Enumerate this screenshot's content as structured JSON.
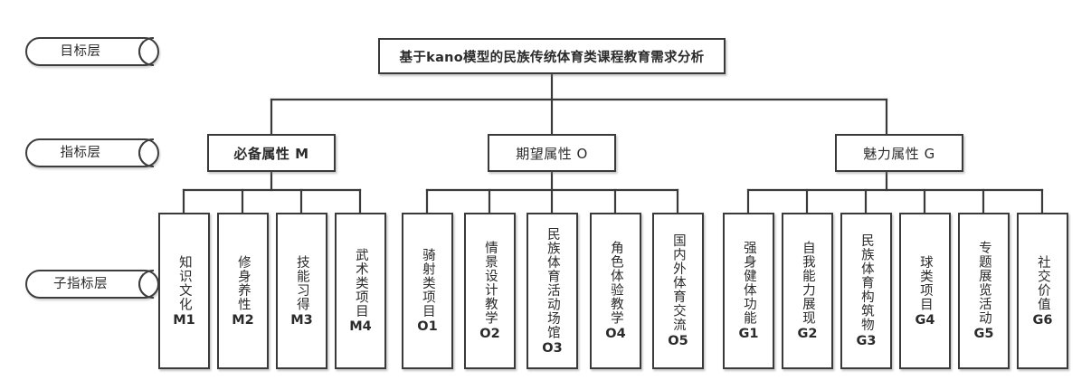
{
  "diagram": {
    "title": "基于kano模型的民族传统体育类课程教育需求分析",
    "layers": [
      {
        "key": "goal",
        "label": "目标层"
      },
      {
        "key": "index",
        "label": "指标层"
      },
      {
        "key": "sub",
        "label": "子指标层"
      }
    ],
    "attributes": [
      {
        "id": "M",
        "label": "必备属性  M"
      },
      {
        "id": "O",
        "label": "期望属性  O"
      },
      {
        "id": "G",
        "label": "魅力属性  G"
      }
    ],
    "sub_indicators": {
      "M": [
        {
          "code": "M1",
          "name": "知识文化"
        },
        {
          "code": "M2",
          "name": "修身养性"
        },
        {
          "code": "M3",
          "name": "技能习得"
        },
        {
          "code": "M4",
          "name": "武术类项目"
        }
      ],
      "O": [
        {
          "code": "O1",
          "name": "骑射类项目"
        },
        {
          "code": "O2",
          "name": "情景设计教学"
        },
        {
          "code": "O3",
          "name": "民族体育活动场馆"
        },
        {
          "code": "O4",
          "name": "角色体验教学"
        },
        {
          "code": "O5",
          "name": "国内外体育交流"
        }
      ],
      "G": [
        {
          "code": "G1",
          "name": "强身健体功能"
        },
        {
          "code": "G2",
          "name": "自我能力展现"
        },
        {
          "code": "G3",
          "name": "民族体育构筑物"
        },
        {
          "code": "G4",
          "name": "球类项目"
        },
        {
          "code": "G5",
          "name": "专题展览活动"
        },
        {
          "code": "G6",
          "name": "社交价值"
        }
      ]
    },
    "colors": {
      "stroke": "#3a3a3a",
      "background": "#ffffff",
      "text": "#2b2b2b"
    }
  }
}
